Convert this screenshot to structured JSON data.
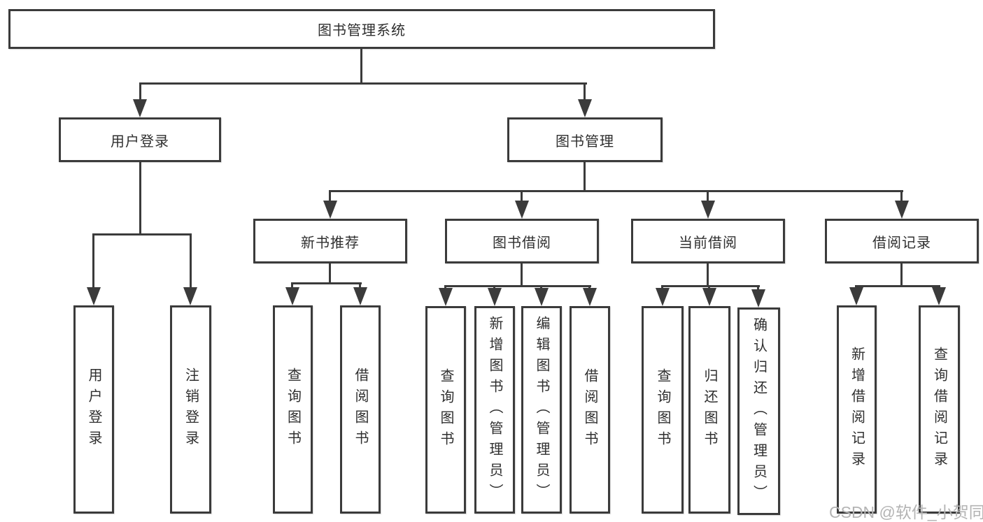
{
  "tree": {
    "root": {
      "label": "图书管理系统"
    },
    "children": [
      {
        "label": "用户登录",
        "children": [
          {
            "label": "用户登录"
          },
          {
            "label": "注销登录"
          }
        ]
      },
      {
        "label": "图书管理",
        "children": [
          {
            "label": "新书推荐",
            "children": [
              {
                "label": "查询图书"
              },
              {
                "label": "借阅图书"
              }
            ]
          },
          {
            "label": "图书借阅",
            "children": [
              {
                "label": "查询图书"
              },
              {
                "label": "新增图书（管理员）"
              },
              {
                "label": "编辑图书（管理员）"
              },
              {
                "label": "借阅图书"
              }
            ]
          },
          {
            "label": "当前借阅",
            "children": [
              {
                "label": "查询图书"
              },
              {
                "label": "归还图书"
              },
              {
                "label": "确认归还（管理员）"
              }
            ]
          },
          {
            "label": "借阅记录",
            "children": [
              {
                "label": "新增借阅记录"
              },
              {
                "label": "查询借阅记录"
              }
            ]
          }
        ]
      }
    ]
  },
  "watermark": {
    "text": "CSDN @软件_小贺同学"
  },
  "colors": {
    "line": "#3b3b3b",
    "text": "#2f2f2f",
    "watermark": "#b4b4b4",
    "background": "#ffffff"
  }
}
